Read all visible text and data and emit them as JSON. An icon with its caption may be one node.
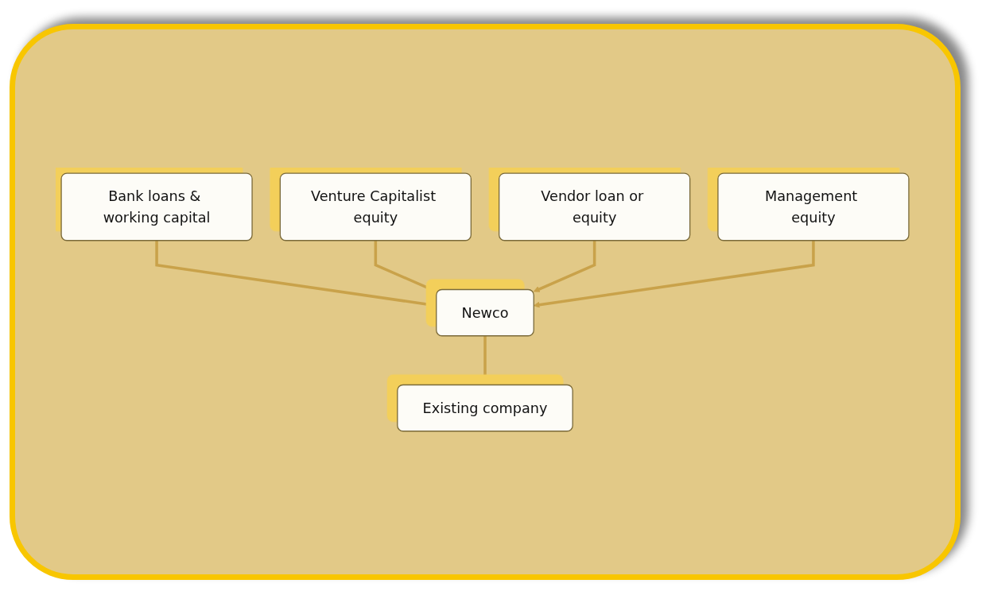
{
  "diagram": {
    "nodes": [
      {
        "text": [
          "Bank loans & working capital"
        ]
      },
      {
        "text": [
          "Venture Capitalist equity"
        ]
      },
      {
        "text": [
          "Vendor loan or equity"
        ]
      },
      {
        "text": [
          "Management equity"
        ]
      },
      {
        "text": [
          "Newco"
        ]
      },
      {
        "text": [
          "Existing company"
        ]
      }
    ],
    "edges": [
      {
        "from": 0,
        "to": 4,
        "arrow": "to"
      },
      {
        "from": 1,
        "to": 4,
        "arrow": "to"
      },
      {
        "from": 2,
        "to": 4,
        "arrow": "to"
      },
      {
        "from": 3,
        "to": 4,
        "arrow": "to"
      },
      {
        "from": 4,
        "to": 5,
        "arrow": "to"
      }
    ]
  }
}
